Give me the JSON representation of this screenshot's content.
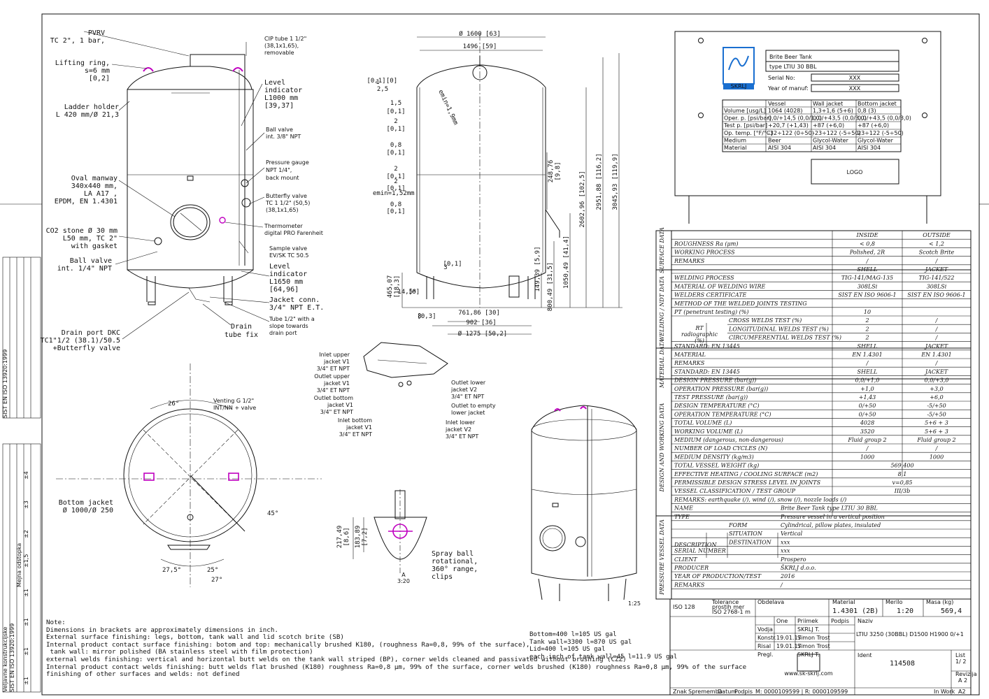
{
  "left_labels": {
    "pvrv": [
      "PVRV",
      "TC 2\", 1 bar,"
    ],
    "lifting": [
      "Lifting ring,",
      "s=6    mm",
      "[0,2]"
    ],
    "ladder": [
      "Ladder holder",
      "L 420 mm/Ø 21,3"
    ],
    "manway": [
      "Oval manway",
      "340x440 mm,",
      "LA A17 ,",
      "EPDM, EN 1.4301"
    ],
    "co2": [
      "CO2 stone Ø 30 mm",
      "L50 mm, TC 2\"",
      "with gasket"
    ],
    "ballvalve": [
      "Ball valve",
      "int. 1/4\" NPT"
    ],
    "drain": [
      "Drain port DKC",
      "TC1\"1/2 (38.1)/50.5",
      "+Butterfly valve"
    ],
    "drain_tube": [
      "Drain",
      "tube fix"
    ]
  },
  "right_labels": {
    "cip": [
      "CIP tube 1 1/2\"",
      "(38,1x1,65),",
      "removable"
    ],
    "level1": [
      "Level",
      "indicator",
      "L1000    mm",
      "[39,37]"
    ],
    "ball38": [
      "Ball valve",
      "int. 3/8\" NPT"
    ],
    "pgauge": [
      "Pressure gauge",
      "NPT 1/4\",",
      "back mount"
    ],
    "butterfly": [
      "Butterfly valve",
      "TC 1 1/2\" (50,5)",
      "(38,1x1,65)"
    ],
    "thermo": [
      "Thermometer",
      "digital PRO Farenheit"
    ],
    "sample": [
      "Sample valve",
      "EV/SK TC 50.5"
    ],
    "level2": [
      "Level",
      "indicator",
      "L1650    mm",
      "[64,96]"
    ],
    "jacket": [
      "Jacket conn.",
      "3/4\" NPT E.T."
    ],
    "tube": [
      "Tube 1/2\" with a",
      "slope towards",
      "drain port"
    ]
  },
  "mid_labels": {
    "inlet_upper": [
      "Inlet upper",
      "jacket V1",
      "3/4\" ET NPT"
    ],
    "outlet_upper": [
      "Outlet upper",
      "jacket V1",
      "3/4\" ET NPT"
    ],
    "outlet_bottom": [
      "Outlet bottom",
      "jacket V1",
      "3/4\" ET NPT"
    ],
    "inlet_bottom": [
      "Inlet bottom",
      "jacket V1",
      "3/4\" ET NPT"
    ],
    "outlet_lower": [
      "Outlet lower",
      "jacket V2",
      "3/4\" ET NPT"
    ],
    "outlet_empty": [
      "Outlet to empty",
      "lower jacket"
    ],
    "inlet_lower": [
      "Inlet lower",
      "jacket V2",
      "3/4\" ET NPT"
    ],
    "spray": [
      "Spray ball",
      "rotational,",
      "360° range,",
      "clips"
    ],
    "venting": [
      "Venting G 1/2\"",
      "INT/NN + valve"
    ],
    "bottom_jacket": [
      "Bottom jacket",
      "Ø 1000/Ø 250"
    ],
    "detail": [
      "A",
      "3:20"
    ],
    "scale": "1:25"
  },
  "dims": {
    "d1600": "Ø 1600  [63]",
    "d1496": "1496  [59]",
    "d1275": "Ø 1275  [50,2]",
    "d902": "902  [36]",
    "d761": "761,86  [30]",
    "h3045": "3045,93  [119,9]",
    "h2951": "2951,88  [116,2]",
    "h2602": "2602,96  [102,5]",
    "h1050": "1050,49  [41,4]",
    "h800": "800,49  [31,5]",
    "h149": "149,39  [5,9]",
    "h248": "248,76",
    "h248b": "[9,8]",
    "h465": "465,07",
    "h465b": "[18,3]",
    "emin1": "emin=1,9mm",
    "emin2": "emin=1,52mm",
    "a26": "26°",
    "a45": "45°",
    "a275": "27,5°",
    "a25": "25°",
    "a27": "27°",
    "h2174": "217,49",
    "h2174b": "[8,6]",
    "h1838": "183,89",
    "h1838b": "[7,2]",
    "small": [
      "2,5",
      "[0,1]",
      "1,5",
      "[0,1]",
      "2",
      "[0,1]",
      "0,8",
      "[0,1]",
      "2",
      "[0,1]",
      "2",
      "[0,1]",
      "0,8",
      "[0,1]",
      "1",
      "[0]",
      "3",
      "[0,1]",
      "8",
      "[0,3]",
      "14,5*",
      "[6]"
    ]
  },
  "nameplate": {
    "title1": "Brite Beer Tank",
    "title2": "type LTIU 30 BBL",
    "serial_label": "Serial No:",
    "serial_val": "XXX",
    "year_label": "Year of manuf:",
    "year_val": "XXX",
    "logo_text": "SKRLJ",
    "logo_box": "LOGO",
    "head": [
      "",
      "Vessel",
      "Wall jacket",
      "Bottom jacket"
    ],
    "rows": [
      [
        "Volume [usg/L]",
        "1064 (4028)",
        "1,3+1,6 (5+6)",
        "0,8 (3)"
      ],
      [
        "Oper. p. [psi/bar]",
        "0,0/+14,5 (0,0/1,0)",
        "0,0/+43,5 (0,0/3,0)",
        "0,0/+43,5 (0,0/3,0)"
      ],
      [
        "Test p. [psi/bar]",
        "+20,7 (+1,43)",
        "+87 (+6,0)",
        "+87 (+6,0)"
      ],
      [
        "Op. temp. [°F/°C]",
        "-32÷122 (0÷50)",
        "-23÷122 (-5÷50)",
        "23÷122 (-5÷50)"
      ],
      [
        "Medium",
        "Beer",
        "Glycol-Water",
        "Glycol-Water"
      ],
      [
        "Material",
        "AISI 304",
        "AISI 304",
        "AISI 304"
      ]
    ]
  },
  "spec": {
    "sections": [
      "SURFACE DATA",
      "WELDING / NDT DATA",
      "MATERIAL DATA",
      "DESIGN AND WORKING DATA",
      "PRESSURE VESSEL DATA"
    ],
    "rows": [
      [
        "",
        "INSIDE",
        "OUTSIDE"
      ],
      [
        "ROUGHNESS Ra (μm)",
        "< 0,8",
        "< 1,2"
      ],
      [
        "WORKING PROCESS",
        "Polished, 2R",
        "Scotch Brite"
      ],
      [
        "REMARKS",
        "/",
        "/"
      ],
      [
        "",
        "SHELL",
        "JACKET"
      ],
      [
        "WELDING PROCESS",
        "TIG-141/MAG-135",
        "TIG-141/522"
      ],
      [
        "MATERIAL OF WELDING WIRE",
        "308LSi",
        "308LSi"
      ],
      [
        "WELDERS CERTIFICATE",
        "SIST EN ISO 9606-1",
        "SIST EN ISO 9606-1"
      ],
      [
        "METHOD OF THE WELDED JOINTS TESTING",
        "",
        ""
      ],
      [
        "PT (penetrant testing) (%)",
        "10",
        ""
      ],
      [
        "CROSS WELDS TEST (%)",
        "2",
        "/"
      ],
      [
        "LONGITUDINAL WELDS TEST (%)",
        "2",
        "/"
      ],
      [
        "CIRCUMFERENTIAL WELDS TEST (%)",
        "2",
        "/"
      ],
      [
        "STANDARD: EN 13445",
        "SHELL",
        "JACKET"
      ],
      [
        "MATERIAL",
        "EN 1.4301",
        "EN 1.4301"
      ],
      [
        "REMARKS",
        "/",
        "/"
      ],
      [
        "STANDARD: EN 13445",
        "SHELL",
        "JACKET"
      ],
      [
        "DESIGN PRESSURE (bar(g))",
        "0,0/+1,0",
        "0,0/+3,0"
      ],
      [
        "OPERATION PRESSURE (bar(g))",
        "+1,0",
        "+3,0"
      ],
      [
        "TEST PRESSURE (bar(g))",
        "+1,43",
        "+6,0"
      ],
      [
        "DESIGN TEMPERATURE (°C)",
        "0/+50",
        "-5/+50"
      ],
      [
        "OPERATION TEMPERATURE (°C)",
        "0/+50",
        "-5/+50"
      ],
      [
        "TOTAL VOLUME (L)",
        "4028",
        "5+6 + 3"
      ],
      [
        "WORKING VOLUME (L)",
        "3520",
        "5+6 + 3"
      ],
      [
        "MEDIUM (dangerous, non-dangerous)",
        "Fluid group 2",
        "Fluid group 2"
      ],
      [
        "NUMBER OF LOAD CYCLES (N)",
        "/",
        "/"
      ],
      [
        "MEDIUM DENSITY (kg/m3)",
        "1000",
        "1000"
      ],
      [
        "TOTAL VESSEL WEIGHT (kg)",
        "569,400",
        ""
      ],
      [
        "EFFECTIVE HEATING / COOLING SURFACE (m2)",
        "8,1",
        ""
      ],
      [
        "PERMISSIBLE DESIGN STRESS LEVEL IN JOINTS",
        "v=0,85",
        ""
      ],
      [
        "VESSEL CLASSIFICATION / TEST GROUP",
        "III/3b",
        ""
      ],
      [
        "REMARKS: earthquake (/), wind (/), snow (/), nozzle loads (/)",
        "",
        ""
      ],
      [
        "NAME",
        "Brite Beer Tank  type LTIU 30 BBL",
        ""
      ],
      [
        "TYPE",
        "Pressure vessel in a vertical position",
        ""
      ],
      [
        "FORM",
        "Cylindrical, pillow plates, insulated",
        ""
      ],
      [
        "SITUATION",
        "Vertical",
        ""
      ],
      [
        "DESTINATION",
        "xxx",
        ""
      ],
      [
        "SERIAL NUMBER",
        "xxx",
        ""
      ],
      [
        "CLIENT",
        "Prospero",
        ""
      ],
      [
        "PRODUCER",
        "ŠKRLJ d.o.o.",
        ""
      ],
      [
        "YEAR OF PRODUCTION/TEST",
        "2016",
        ""
      ],
      [
        "REMARKS",
        "/",
        ""
      ]
    ],
    "rt_label": [
      "RT",
      "radiographic",
      "(%)"
    ],
    "description": "DESCRIPTION"
  },
  "titleblock": {
    "iso": "ISO 128",
    "tol": [
      "Tolerance",
      "prostih mer",
      "ISO 2768-1 m"
    ],
    "obdelava": "Obdelava",
    "material_l": "Material",
    "material_v": "1.4301 (2B)",
    "merilo_l": "Merilo",
    "merilo_v": "1:20",
    "masa_l": "Masa (kg)",
    "masa_v": "569,4",
    "naziv_l": "Naziv",
    "naziv_v": "LTIU 3250 (30BBL) D1500 H1900 0/+1",
    "cols": [
      "One",
      "Priimek",
      "Podpis"
    ],
    "roles": [
      "Vodja",
      "Konstr.",
      "Risal",
      "Pregl."
    ],
    "dates": [
      "",
      "19.01.17",
      "19.01.17",
      ""
    ],
    "names": [
      "SKRLJ T.",
      "Simon Trost",
      "Simon Trost",
      "SKRLJ T."
    ],
    "ident_l": "Ident",
    "ident_v": "114508",
    "list_l": "List",
    "list_v": "1/ 2",
    "rev_l": "Revizija",
    "rev_v": "A 2",
    "web": "www.sk-skrlj.com",
    "bottom": [
      "Znak",
      "Sprememba",
      "Datum",
      "Podpis",
      "M: 0000109599 | R: 0000109599",
      "In Work",
      "A2"
    ]
  },
  "notes": [
    "Note:",
    "Dimensions in brackets are approximately dimensions in inch.",
    "External surface finishing: legs, bottom, tank wall and lid scotch brite (SB)",
    "Internal product contact surface finishing: botom and top: mechanically brushed K180, (roughness Ra=0,8, 99% of the surface),",
    " tank wall: mirror polished (BA stainless steel with film protection)",
    "external welds finishing: vertical and horizontal butt welds on the tank wall striped (BP), corner welds cleaned and passivated without brushing (CZZ)",
    "Internal product contact welds finishing: butt welds flat brushed (K180) roughness Ra=0,8 μm, 99% of the surface, corner welds brushed (K180) roughness Ra=0,8 μm, 99% of the surface",
    "finishing of other surfaces and welds: not defined"
  ],
  "volumes": [
    "Bottom=400 l=105 US gal",
    "Tank wall=3300 l=870 US gal",
    "Lid=400 l=105 US gal",
    "each inch of tank wall=45 l=11.9 US gal"
  ],
  "side_table": {
    "h1": "Veljavne konstrukcijske",
    "h2": "SIST EN ISO 13920:1999",
    "h3": "Mejna odstopka",
    "rows": [
      "±1",
      "±1",
      "±1",
      "±1",
      "±1,5",
      "±2",
      "±3",
      "±4"
    ],
    "iso": "SIST EN ISO 13920:1999"
  }
}
